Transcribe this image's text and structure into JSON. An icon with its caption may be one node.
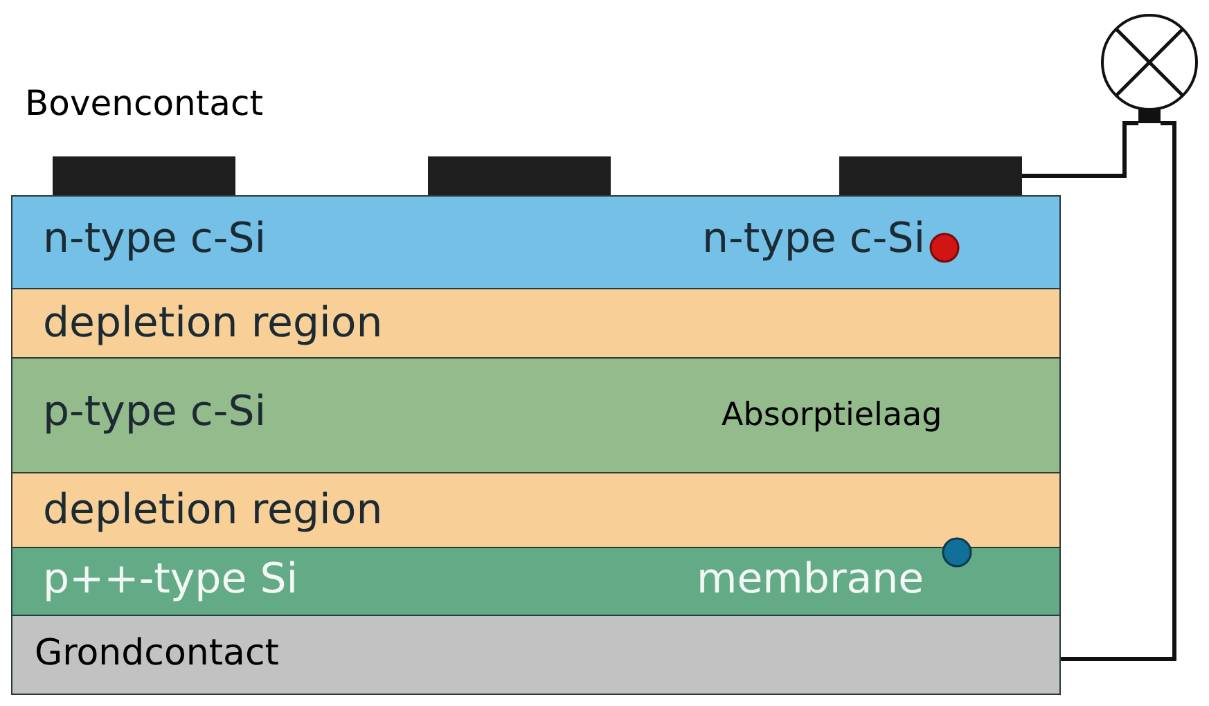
{
  "diagram": {
    "nodes": [
      {
        "text": [
          "n-type c-Si",
          "n-type c-Si"
        ]
      },
      {
        "text": [
          "depletion region"
        ]
      },
      {
        "text": [
          "p-type c-Si",
          "Absorptielaag"
        ]
      },
      {
        "text": [
          "depletion region"
        ]
      },
      {
        "text": [
          "p++-type Si",
          "membrane"
        ]
      },
      {
        "text": [
          "Grondcontact"
        ]
      },
      {
        "text": [],
        "shape": "bar"
      },
      {
        "text": [],
        "shape": "bar"
      },
      {
        "text": [],
        "shape": "bar"
      },
      {
        "text": [],
        "shape": "circle"
      }
    ],
    "edges": [
      {
        "from": 8,
        "to": 9,
        "arrow": "none"
      },
      {
        "from": 9,
        "to": 5,
        "arrow": "none"
      }
    ],
    "labels": [
      "Bovencontact"
    ]
  }
}
